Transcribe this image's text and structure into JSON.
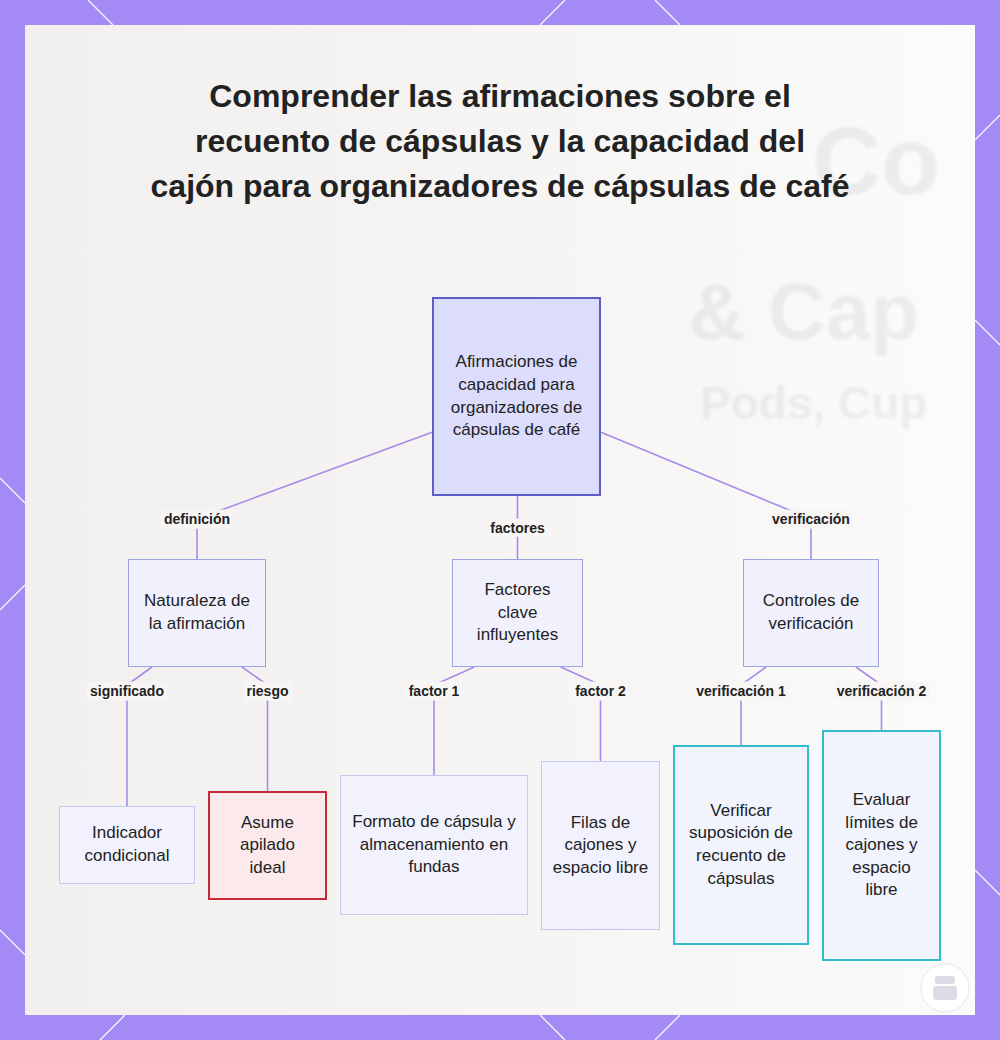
{
  "diagram": {
    "title": "Comprender las afirmaciones sobre el recuento de cápsulas y la capacidad del cajón para organizadores de cápsulas de café",
    "nodes": [
      {
        "text": [
          "Afirmaciones de capacidad para organizadores de cápsulas de café"
        ]
      },
      {
        "text": [
          "Naturaleza de la afirmación"
        ]
      },
      {
        "text": [
          "Factores clave influyentes"
        ]
      },
      {
        "text": [
          "Controles de verificación"
        ]
      },
      {
        "text": [
          "Indicador condicional"
        ]
      },
      {
        "text": [
          "Asume apilado ideal"
        ]
      },
      {
        "text": [
          "Formato de cápsula y almacenamiento en fundas"
        ]
      },
      {
        "text": [
          "Filas de cajones y espacio libre"
        ]
      },
      {
        "text": [
          "Verificar suposición de recuento de cápsulas"
        ]
      },
      {
        "text": [
          "Evaluar límites de cajones y espacio libre"
        ]
      }
    ],
    "edges": [
      {
        "from": 0,
        "to": 1,
        "label": "definición",
        "arrow": "none"
      },
      {
        "from": 0,
        "to": 2,
        "label": "factores",
        "arrow": "none"
      },
      {
        "from": 0,
        "to": 3,
        "label": "verificación",
        "arrow": "none"
      },
      {
        "from": 1,
        "to": 4,
        "label": "significado",
        "arrow": "none"
      },
      {
        "from": 1,
        "to": 5,
        "label": "riesgo",
        "arrow": "none"
      },
      {
        "from": 2,
        "to": 6,
        "label": "factor 1",
        "arrow": "none"
      },
      {
        "from": 2,
        "to": 7,
        "label": "factor 2",
        "arrow": "none"
      },
      {
        "from": 3,
        "to": 8,
        "label": "verificación 1",
        "arrow": "none"
      },
      {
        "from": 3,
        "to": 9,
        "label": "verificación 2",
        "arrow": "none"
      }
    ],
    "labels": [
      "Co",
      "& Cap",
      "Pods, Cup"
    ]
  }
}
